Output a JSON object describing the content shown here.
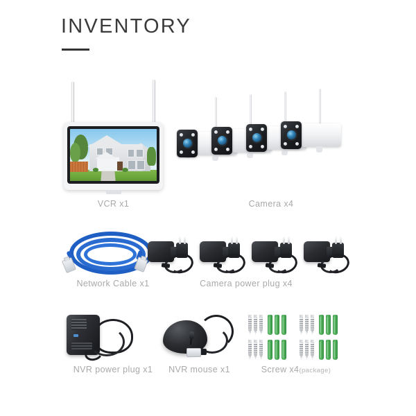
{
  "header": {
    "title": "INVENTORY"
  },
  "items": [
    {
      "id": "vcr",
      "label": "VCR x1",
      "icon": "monitor-with-antennas"
    },
    {
      "id": "camera",
      "label": "Camera x4",
      "icon": "bullet-security-camera",
      "count": 4
    },
    {
      "id": "network-cable",
      "label": "Network Cable x1",
      "icon": "coiled-ethernet-cable",
      "color": "#1f5fc4"
    },
    {
      "id": "camera-power-plug",
      "label": "Camera power plug x4",
      "icon": "wall-power-adapter",
      "count": 4
    },
    {
      "id": "nvr-power-plug",
      "label": "NVR power plug x1",
      "icon": "power-brick-adapter"
    },
    {
      "id": "nvr-mouse",
      "label": "NVR mouse x1",
      "icon": "usb-mouse"
    },
    {
      "id": "screw",
      "label": "Screw x4",
      "label_suffix": "(package)",
      "icon": "screws-and-wall-anchors",
      "count": 4
    }
  ],
  "colors": {
    "background": "#ffffff",
    "title": "#3a3a3a",
    "rule": "#333333",
    "label": "#a9a9a9",
    "anchor_green": "#4ea85a",
    "cable_blue": "#1f5fc4",
    "lens_blue": "#2e7fb4"
  }
}
